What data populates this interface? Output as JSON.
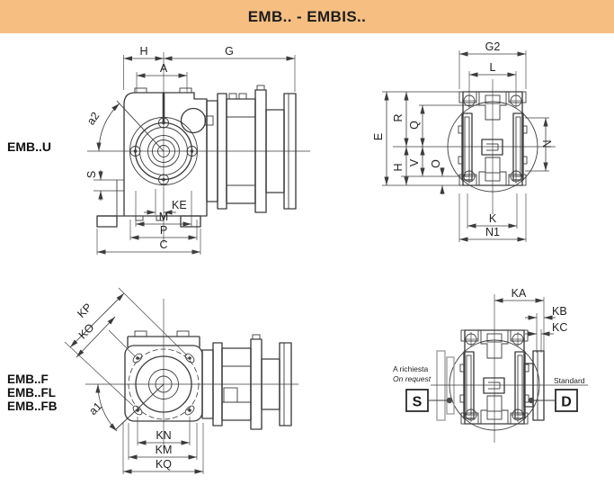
{
  "header": {
    "title": "EMB.. - EMBIS.."
  },
  "models": {
    "u": "EMB..U",
    "f": "EMB..F",
    "fl": "EMB..FL",
    "fb": "EMB..FB"
  },
  "views": {
    "side_u": {
      "dims": {
        "h": "H",
        "g": "G",
        "a": "A",
        "angle2": "a2",
        "s": "S",
        "ke": "KE",
        "m": "M",
        "p": "P",
        "c": "C"
      }
    },
    "end_top": {
      "dims": {
        "g2": "G2",
        "l": "L",
        "e": "E",
        "r": "R",
        "q": "Q",
        "h": "H",
        "v": "V",
        "o": "O",
        "n": "N",
        "k": "K",
        "n1": "N1"
      }
    },
    "side_f": {
      "dims": {
        "kp": "KP",
        "ko": "KO",
        "angle1": "a1",
        "kn": "KN",
        "km": "KM",
        "kq": "KQ"
      }
    },
    "end_bottom": {
      "dims": {
        "ka": "KA",
        "kb": "KB",
        "kc": "KC"
      },
      "note_left_line1": "A richiesta",
      "note_left_line2": "On request",
      "box_left": "S",
      "note_right": "Standard",
      "box_right": "D"
    }
  },
  "colors": {
    "header_bg": "#F6BF81",
    "line": "#3c3c3c",
    "optional_gray": "#9a9a9a"
  }
}
